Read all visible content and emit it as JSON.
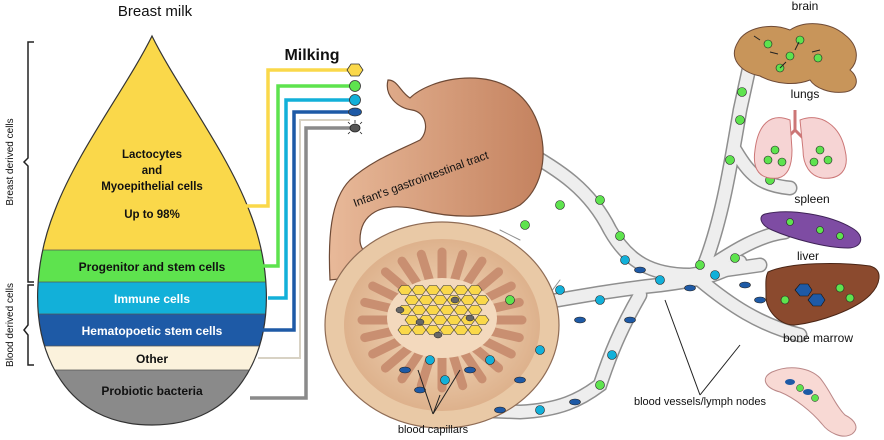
{
  "title": "Breast milk",
  "milking_label": "Milking",
  "side_labels": {
    "breast": "Breast derived cells",
    "blood": "Blood derived cells"
  },
  "drop": {
    "lactocytes_line1": "Lactocytes",
    "lactocytes_line2": "and",
    "lactocytes_line3": "Myoepithelial cells",
    "lactocytes_pct": "Up to 98%",
    "progenitor": "Progenitor and stem cells",
    "immune": "Immune cells",
    "hematopoetic": "Hematopoetic stem cells",
    "other": "Other",
    "probiotic": "Probiotic bacteria"
  },
  "gi_tract": "Infant's gastrointestinal tract",
  "organs": {
    "brain": "brain",
    "lungs": "lungs",
    "spleen": "spleen",
    "liver": "liver",
    "bone_marrow": "bone marrow"
  },
  "vessels": "blood vessels/lymph nodes",
  "capillaries": "blood capillars",
  "colors": {
    "lactocytes": "#fad84a",
    "progenitor": "#5ee34e",
    "immune": "#12b0d9",
    "hematopoetic": "#1e5aa6",
    "other": "#fbf2dc",
    "probiotic": "#8a8a8a",
    "gut": "#c98f71",
    "vessel": "#eeeeee"
  }
}
